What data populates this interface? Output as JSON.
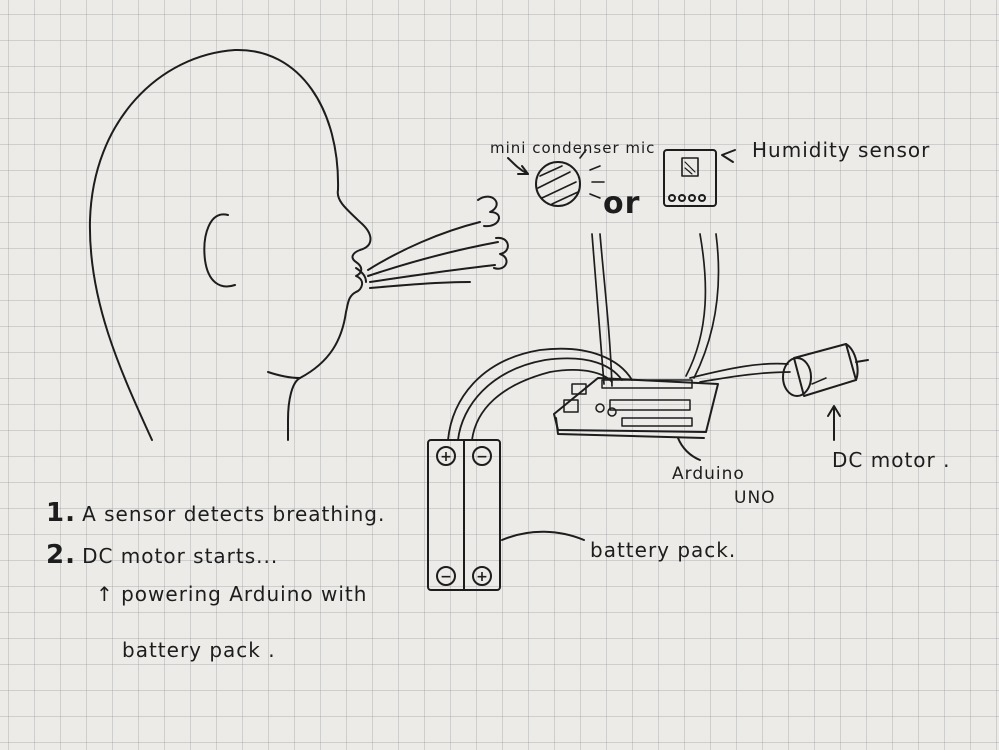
{
  "labels": {
    "mic": "mini condenser mic",
    "or": "or",
    "humidity": "Humidity sensor",
    "arduino_line1": "Arduino",
    "arduino_line2": "UNO",
    "dc_motor": "DC motor .",
    "battery": "battery pack.",
    "battery_plus_top": "+",
    "battery_minus_top": "−",
    "battery_minus_bottom": "−",
    "battery_plus_bottom": "+"
  },
  "steps": [
    {
      "number": "1.",
      "text": "A sensor detects breathing."
    },
    {
      "number": "2.",
      "text": "DC motor starts..."
    },
    {
      "note": "↑ powering Arduino with"
    },
    {
      "note": "battery pack ."
    }
  ]
}
